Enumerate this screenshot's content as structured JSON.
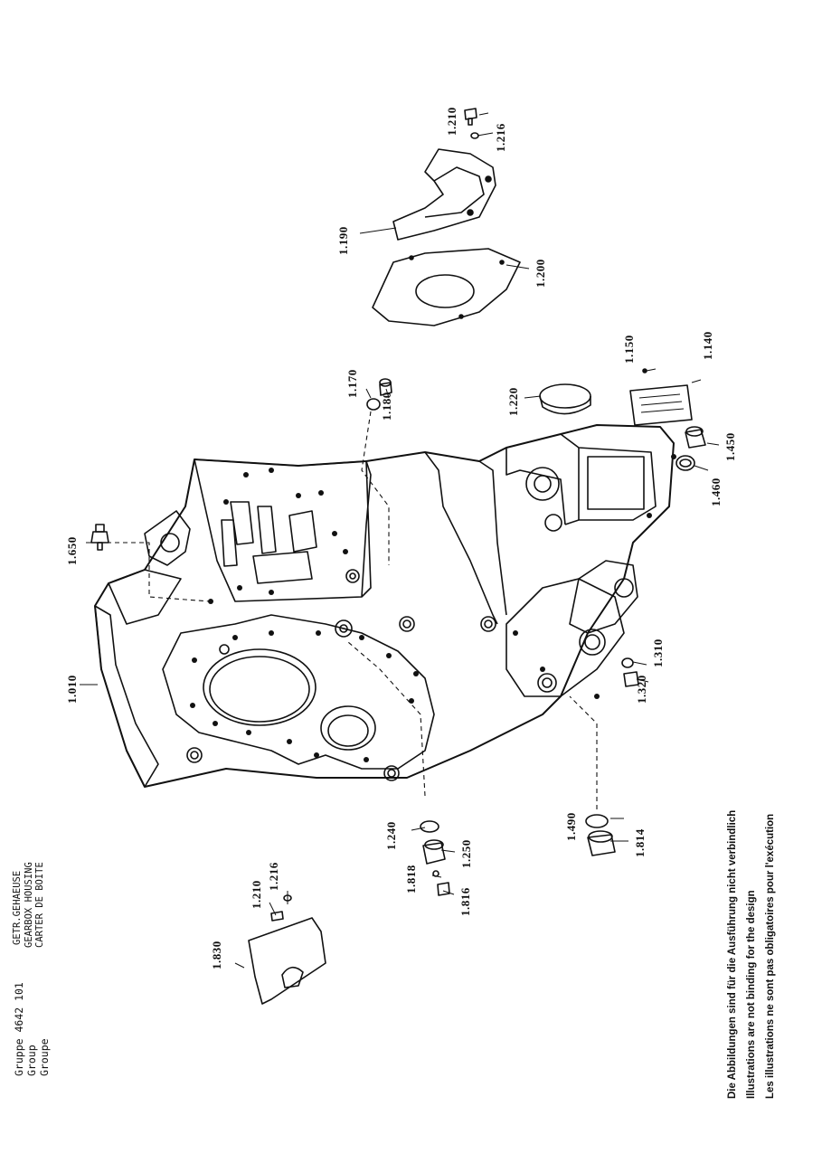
{
  "header": {
    "col1": [
      "Gruppe 4642 101",
      "Group",
      "Groupe"
    ],
    "col2": [
      "GETR.GEHAEUSE",
      "GEARBOX HOUSING",
      "CARTER DE BOITE"
    ]
  },
  "disclaimer": [
    "Die Abbildungen sind für die Ausführung nicht verbindlich",
    "Illustrations are not binding for the design",
    "Les illustrations ne sont pas obligatoires pour l'exécution"
  ],
  "parts": [
    "1.010",
    "1.140",
    "1.150",
    "1.170",
    "1.180",
    "1.190",
    "1.200",
    "1.210",
    "1.216",
    "1.220",
    "1.240",
    "1.250",
    "1.310",
    "1.320",
    "1.450",
    "1.460",
    "1.490",
    "1.650",
    "1.814",
    "1.816",
    "1.818",
    "1.830",
    "1.210",
    "1.216"
  ]
}
